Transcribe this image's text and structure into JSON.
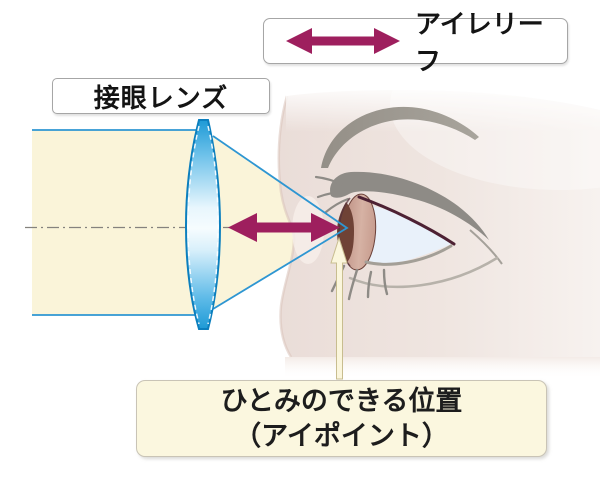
{
  "diagram": {
    "title_hint": "eye relief optics diagram",
    "labels": {
      "eye_relief": "アイレリーフ",
      "eyepiece": "接眼レンズ",
      "eyepoint_line1": "ひとみのできる位置",
      "eyepoint_line2": "（アイポイント）"
    },
    "colors": {
      "arrow_maroon": "#9E1F5E",
      "beam_cream": "#FAF4D9",
      "lens_blue": "#1E9AD6",
      "lens_outline": "#0C7FBE",
      "ray_blue": "#2E96D2",
      "axis_gray": "#85827E",
      "skin_pink": "#EBDFDA",
      "sclera_blue": "#E9F1FA",
      "iris_brown": "#C79C8E",
      "pupil_brown": "#6F4236",
      "note_box_cream": "#FBF7DF",
      "pointer_arrow_cream": "#FBF6DC"
    }
  }
}
